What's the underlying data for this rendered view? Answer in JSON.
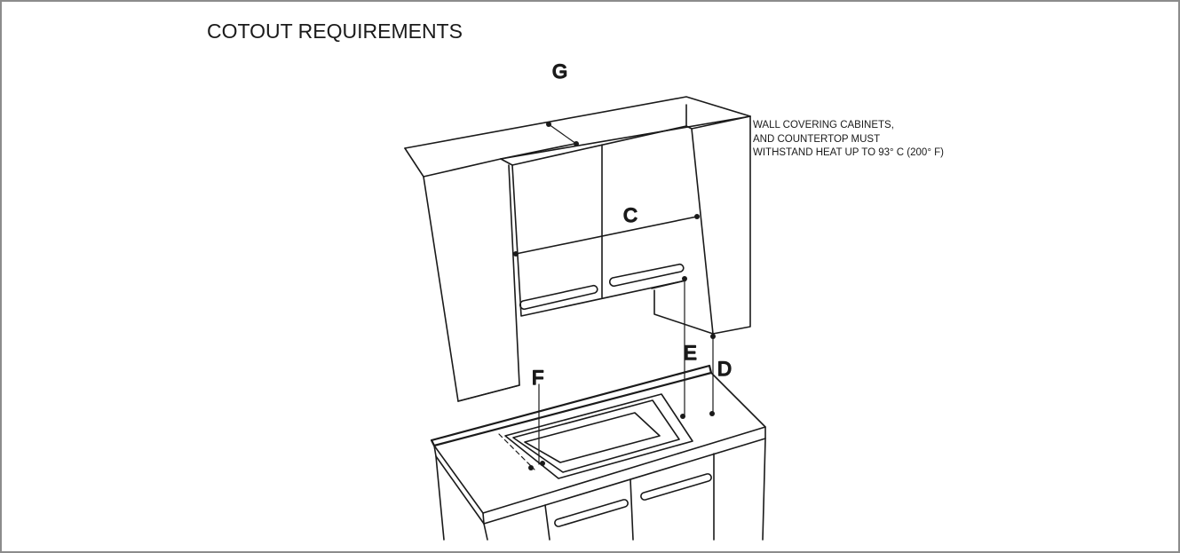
{
  "title": "COTOUT REQUIREMENTS",
  "note": {
    "lines": [
      "WALL COVERING CABINETS,",
      "AND COUNTERTOP MUST",
      "WITHSTAND HEAT UP TO 93° C (200° F)"
    ]
  },
  "labels": {
    "g": "G",
    "c": "C",
    "e": "E",
    "d": "D",
    "f": "F"
  }
}
